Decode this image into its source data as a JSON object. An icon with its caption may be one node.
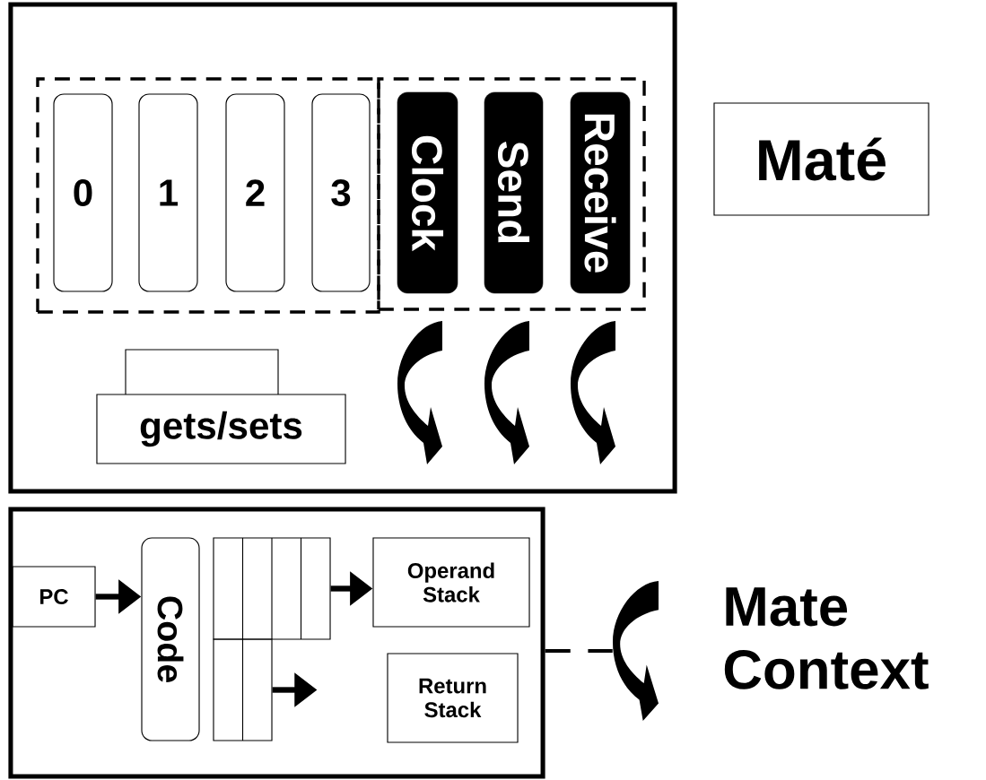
{
  "diagram": {
    "nodes": [
      {
        "text": [],
        "shape": "box"
      },
      {
        "text": [],
        "shape": "box",
        "in": 0
      },
      {
        "text": [
          "0"
        ],
        "in": 1
      },
      {
        "text": [
          "1"
        ],
        "in": 1
      },
      {
        "text": [
          "2"
        ],
        "in": 1
      },
      {
        "text": [
          "3"
        ],
        "in": 1
      },
      {
        "text": [],
        "shape": "box",
        "in": 0
      },
      {
        "text": [
          "Clock"
        ],
        "in": 6
      },
      {
        "text": [
          "Send"
        ],
        "in": 6
      },
      {
        "text": [
          "Receive"
        ],
        "in": 6
      },
      {
        "text": [
          "gets/sets"
        ],
        "in": 0
      },
      {
        "text": [
          "Maté"
        ]
      },
      {
        "text": [],
        "shape": "box"
      },
      {
        "text": [
          "PC"
        ],
        "in": 12
      },
      {
        "text": [
          "Code"
        ],
        "in": 12
      },
      {
        "text": [],
        "shape": "box",
        "in": 12
      },
      {
        "text": [],
        "shape": "box",
        "in": 12
      },
      {
        "text": [
          "Operand Stack"
        ],
        "in": 12
      },
      {
        "text": [
          "Return Stack"
        ],
        "in": 12
      },
      {
        "text": [],
        "shape": "arrow"
      }
    ],
    "edges": [
      {
        "from": 13,
        "to": 14,
        "arrow": "to"
      },
      {
        "from": 15,
        "to": 17,
        "arrow": "to"
      },
      {
        "from": 16,
        "to": null,
        "arrow": "to"
      },
      {
        "from": 12,
        "to": 19,
        "arrow": "none",
        "style": "dashed"
      }
    ],
    "labels": [
      "Mate Context"
    ]
  }
}
